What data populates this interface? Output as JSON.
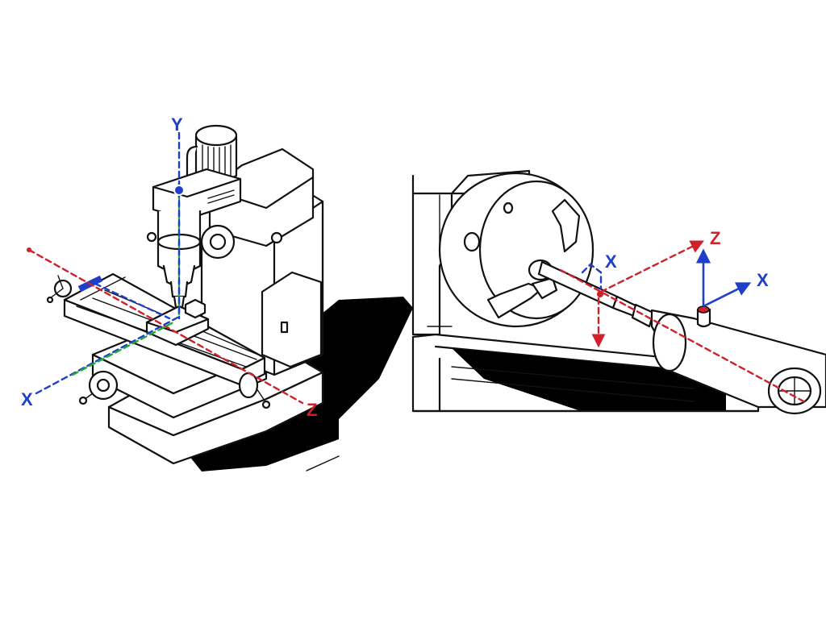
{
  "colors": {
    "y_axis": "#1f3fc9",
    "x_axis": "#1f3fc9",
    "z_axis": "#d0202a",
    "spindle_axis": "#22aa33",
    "outline": "#111111",
    "shadow": "#000000"
  },
  "mill": {
    "labels": {
      "y": "Y",
      "x": "X",
      "z": "Z"
    }
  },
  "lathe": {
    "labels": {
      "z": "Z",
      "x_chuck": "X",
      "x_tailstock": "X"
    }
  }
}
